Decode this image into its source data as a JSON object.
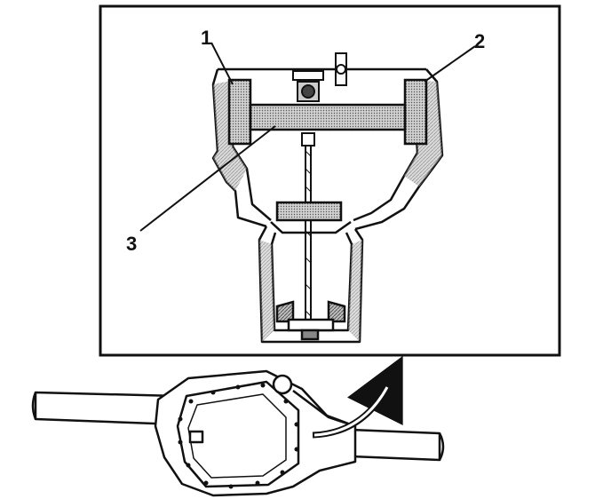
{
  "figure": {
    "callouts": [
      {
        "id": "1",
        "label": "1"
      },
      {
        "id": "2",
        "label": "2"
      },
      {
        "id": "3",
        "label": "3"
      }
    ],
    "colors": {
      "ink": "#111111",
      "shade": "#9a9a9a",
      "paper": "#ffffff"
    }
  }
}
